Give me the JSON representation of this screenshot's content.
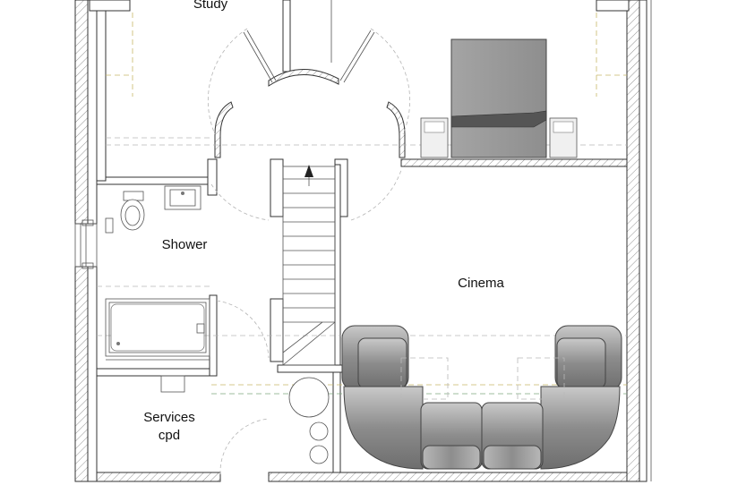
{
  "rooms": {
    "study": "Study",
    "shower": "Shower",
    "cinema": "Cinema",
    "services_line1": "Services",
    "services_line2": "cpd"
  },
  "colors": {
    "wall_line": "#333333",
    "sofa_fill": "#8a8a8a",
    "bed_fill": "#9a9a9a",
    "background": "#ffffff"
  },
  "icons": [
    "stair-arrow-icon",
    "toilet-icon",
    "basin-icon",
    "bath-icon"
  ]
}
